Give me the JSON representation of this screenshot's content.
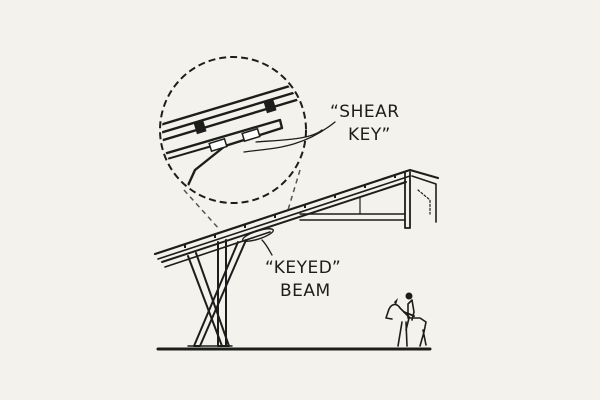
{
  "labels": {
    "shear_key_line1": "“SHEAR",
    "shear_key_line2": "KEY”",
    "keyed_line1": "“KEYED”",
    "keyed_line2": "BEAM"
  },
  "colors": {
    "background": "#f3f2ec",
    "ink": "#1d1d1b",
    "dashes": "#555555"
  },
  "icons": {
    "figure": "horse-and-rider",
    "detail": "magnified-detail-circle"
  }
}
